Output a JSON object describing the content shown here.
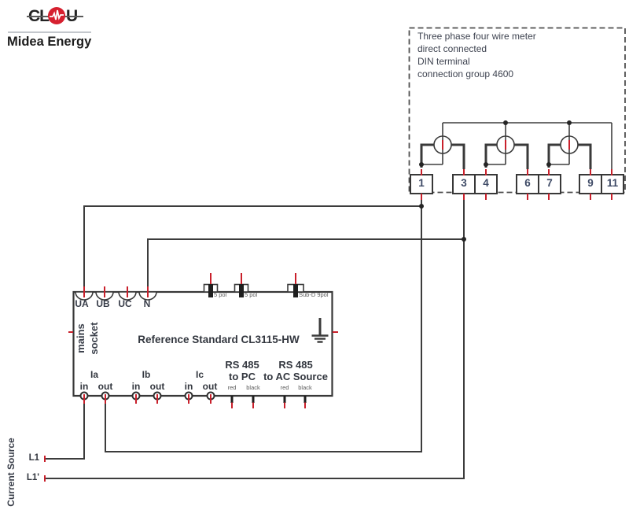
{
  "header": {
    "logo": {
      "left": "CL",
      "right": "U",
      "company": "Midea Energy"
    }
  },
  "meter": {
    "description": [
      "Three phase four wire meter",
      "direct connected",
      "DIN terminal",
      "connection group 4600"
    ],
    "terminals": [
      "1",
      "3",
      "4",
      "6",
      "7",
      "9",
      "11"
    ]
  },
  "standard": {
    "title": "Reference Standard CL3115-HW",
    "mains_socket": [
      "mains",
      "socket"
    ],
    "voltage_terminals": [
      "UA",
      "UB",
      "UC",
      "N"
    ],
    "connectors": [
      "5 pol",
      "5 pol",
      "Sub-D 9pol"
    ],
    "current_channels": [
      {
        "label": "Ia",
        "in": "in",
        "out": "out"
      },
      {
        "label": "Ib",
        "in": "in",
        "out": "out"
      },
      {
        "label": "Ic",
        "in": "in",
        "out": "out"
      }
    ],
    "ports": [
      {
        "title": "RS 485",
        "target": "to PC",
        "pos": "red",
        "neg": "black"
      },
      {
        "title": "RS 485",
        "target": "to AC Source",
        "pos": "red",
        "neg": "black"
      }
    ]
  },
  "source": {
    "label": "Current Source",
    "l1": "L1",
    "l1p": "L1'"
  },
  "colors": {
    "wire": "#3f3f3f",
    "accent_red": "#c9202b",
    "logo_red": "#d6202f"
  }
}
